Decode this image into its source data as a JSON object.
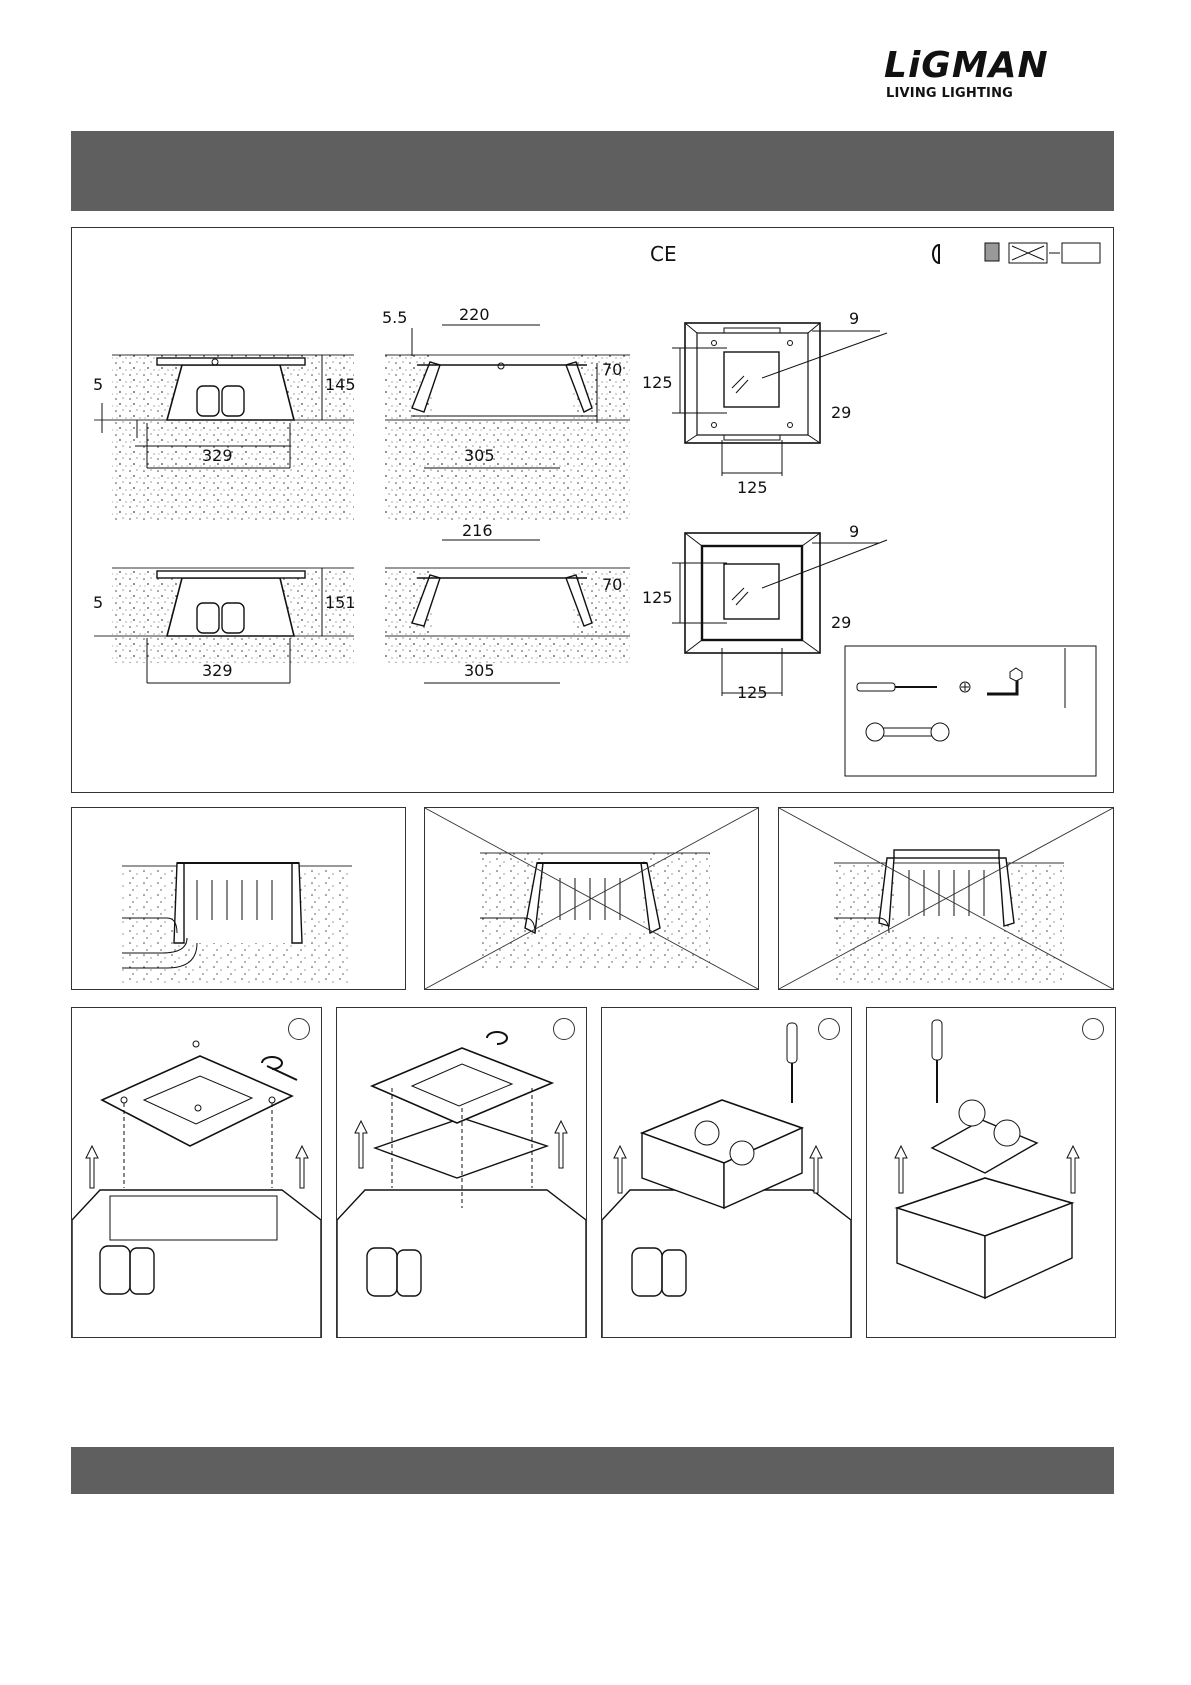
{
  "brand": {
    "name": "LiGMAN",
    "tagline": "LIVING LIGHTING"
  },
  "header_band": {
    "color": "#5f5f5f"
  },
  "footer_band": {
    "color": "#5f5f5f"
  },
  "certification": {
    "ce_mark": "CE"
  },
  "dimensions": {
    "row1": {
      "left_depth": "5",
      "left_height": "145",
      "left_width": "329",
      "mid_top_offset": "5.5",
      "mid_top_width": "220",
      "mid_side": "70",
      "mid_bottom_width": "305",
      "plan_top": "9",
      "plan_left": "125",
      "plan_right": "29",
      "plan_bottom": "125"
    },
    "row2": {
      "left_depth": "5",
      "left_height": "151",
      "left_width": "329",
      "mid_top_width": "216",
      "mid_side": "70",
      "mid_bottom_width": "305",
      "plan_top": "9",
      "plan_left": "125",
      "plan_right": "29",
      "plan_bottom": "125"
    }
  },
  "tools": {
    "items": [
      "screwdriver-icon",
      "phillips-icon",
      "hex-key-icon",
      "spanner-icon"
    ]
  },
  "installation_panels": [
    {
      "id": "correct",
      "crossed": false
    },
    {
      "id": "wrong-1",
      "crossed": true
    },
    {
      "id": "wrong-2",
      "crossed": true
    }
  ],
  "steps": [
    {
      "id": "step-1"
    },
    {
      "id": "step-2"
    },
    {
      "id": "step-3"
    },
    {
      "id": "step-4"
    }
  ]
}
